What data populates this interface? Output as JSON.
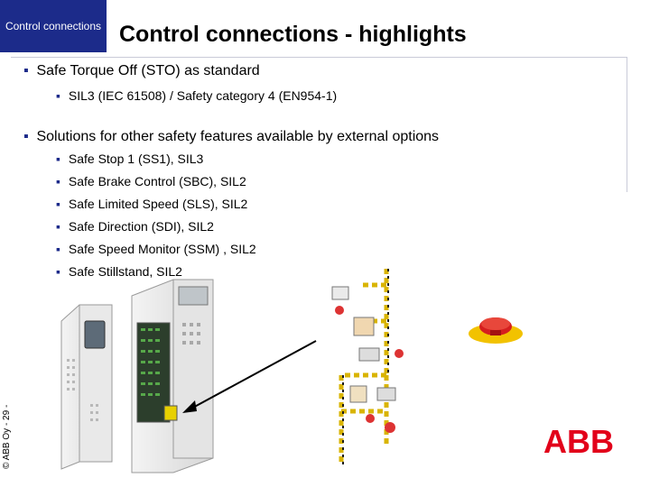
{
  "section_tab": "Control connections",
  "title": "Control connections - highlights",
  "bullets": [
    {
      "text": "Safe Torque Off (STO) as standard",
      "sub": [
        "SIL3 (IEC 61508) / Safety category 4 (EN954-1)"
      ]
    },
    {
      "text": "Solutions for other safety features available by external options",
      "sub": [
        "Safe Stop 1 (SS1), SIL3",
        "Safe Brake Control (SBC), SIL2",
        "Safe Limited Speed (SLS), SIL2",
        "Safe Direction (SDI), SIL2",
        "Safe Speed Monitor (SSM) , SIL2",
        "Safe Stillstand, SIL2"
      ]
    }
  ],
  "copyright": "© ABB Oy - 29 -",
  "logo_text": "ABB",
  "colors": {
    "accent": "#1c2b8a",
    "logo_red": "#e2001a",
    "stop_red": "#d51f1f",
    "safety_yellow": "#f2c200"
  },
  "icons": [
    "drive-unit",
    "control-terminals",
    "safety-network-diagram",
    "emergency-stop-button",
    "callout-arrow"
  ]
}
